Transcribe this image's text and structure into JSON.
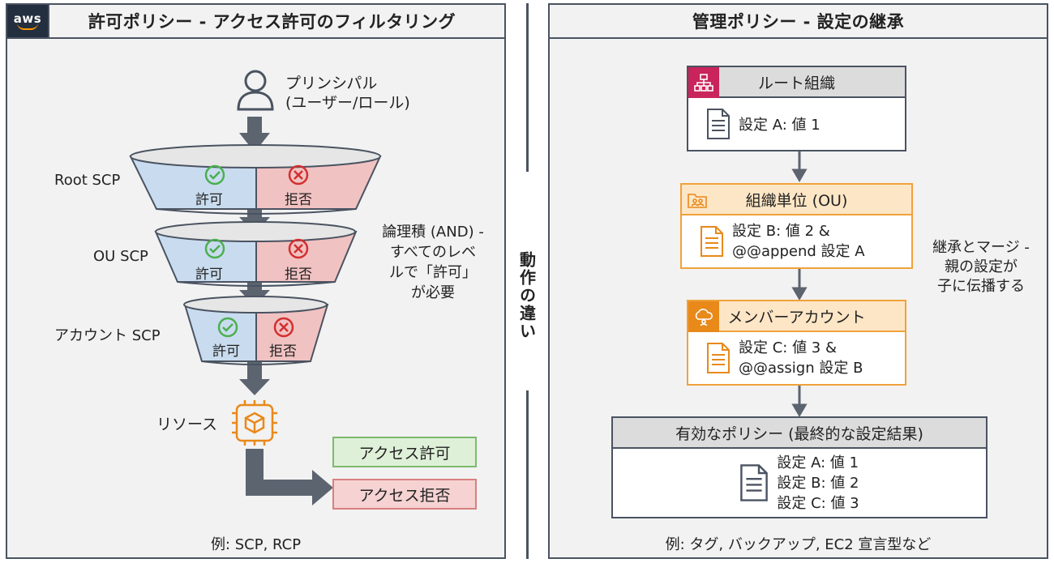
{
  "left_panel": {
    "title": "許可ポリシー - アクセス許可のフィルタリング",
    "logo_text": "aws",
    "principal_line1": "プリンシパル",
    "principal_line2": "(ユーザー/ロール)",
    "levels": [
      {
        "name": "Root SCP",
        "allow": "許可",
        "deny": "拒否"
      },
      {
        "name": "OU SCP",
        "allow": "許可",
        "deny": "拒否"
      },
      {
        "name": "アカウント SCP",
        "allow": "許可",
        "deny": "拒否"
      }
    ],
    "and_note": [
      "論理積 (AND) -",
      "すべてのレベ",
      "ルで「許可」",
      "が必要"
    ],
    "resource_label": "リソース",
    "access_allowed": "アクセス許可",
    "access_denied": "アクセス拒否",
    "example": "例: SCP, RCP"
  },
  "divider_label": "動作の違い",
  "right_panel": {
    "title": "管理ポリシー - 設定の継承",
    "root": {
      "title": "ルート組織",
      "lines": [
        "設定 A: 値 1"
      ]
    },
    "ou": {
      "title": "組織単位 (OU)",
      "lines": [
        "設定 B: 値 2 &",
        "@@append 設定 A"
      ]
    },
    "member": {
      "title": "メンバーアカウント",
      "lines": [
        "設定 C: 値 3 &",
        "@@assign 設定 B"
      ]
    },
    "inherit_note": [
      "継承とマージ -",
      "親の設定が",
      "子に伝播する"
    ],
    "effective": {
      "title": "有効なポリシー (最終的な設定結果)",
      "lines": [
        "設定 A: 値 1",
        "設定 B: 値 2",
        "設定 C: 値 3"
      ]
    },
    "example": "例: タグ, バックアップ, EC2 宣言型など"
  },
  "colors": {
    "allow_fill": "#c9dcef",
    "deny_fill": "#f1c2c2",
    "allow_green": "#4caf50",
    "deny_red": "#d32f2f",
    "orange": "#f0a23a",
    "frame": "#4a5361"
  },
  "icons": [
    "aws-logo",
    "user-icon",
    "check-circle-icon",
    "x-circle-icon",
    "chip-icon",
    "document-icon",
    "org-icon",
    "ou-icon",
    "account-cloud-icon"
  ]
}
